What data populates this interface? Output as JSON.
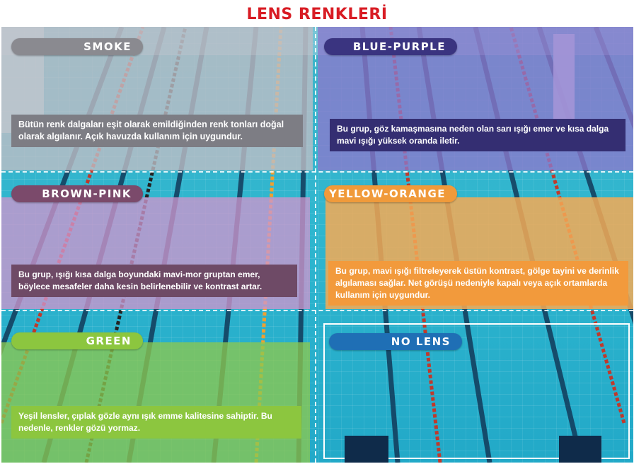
{
  "title": "LENS RENKLERİ",
  "panels": {
    "smoke": {
      "label": "SMOKE",
      "description": "Bütün renk dalgaları eşit olarak emildiğinden renk tonları doğal olarak algılanır. Açık havuzda kullanım için uygundur.",
      "label_color": "#8a8a90",
      "box_color": "#7d7d84"
    },
    "blue_purple": {
      "label": "BLUE-PURPLE",
      "description": "Bu grup, göz kamaşmasına neden olan sarı ışığı emer ve kısa dalga mavi ışığı yüksek oranda iletir.",
      "label_color": "#3a3480",
      "box_color": "#342e72"
    },
    "brown_pink": {
      "label": "BROWN-PINK",
      "description": "Bu grup, ışığı kısa dalga boyundaki mavi-mor gruptan emer, böylece mesafeler daha kesin belirlenebilir ve kontrast artar.",
      "label_color": "#7b4a6b",
      "box_color": "#6e4a66"
    },
    "yellow_orange": {
      "label": "YELLOW-ORANGE",
      "description": "Bu grup, mavi ışığı filtreleyerek üstün kontrast, gölge tayini ve derinlik algılaması sağlar. Net görüşü nedeniyle kapalı veya açık ortamlarda kullanım için uygundur.",
      "label_color": "#f09a3a",
      "box_color": "#f29a3c"
    },
    "green": {
      "label": "GREEN",
      "description": "Yeşil lensler, çıplak gözle aynı ışık emme kalitesine sahiptir. Bu nedenle, renkler gözü  yormaz.",
      "label_color": "#8cc63f",
      "box_color": "#8cc63f"
    },
    "no_lens": {
      "label": "NO LENS",
      "label_color": "#1f6fb5"
    }
  }
}
